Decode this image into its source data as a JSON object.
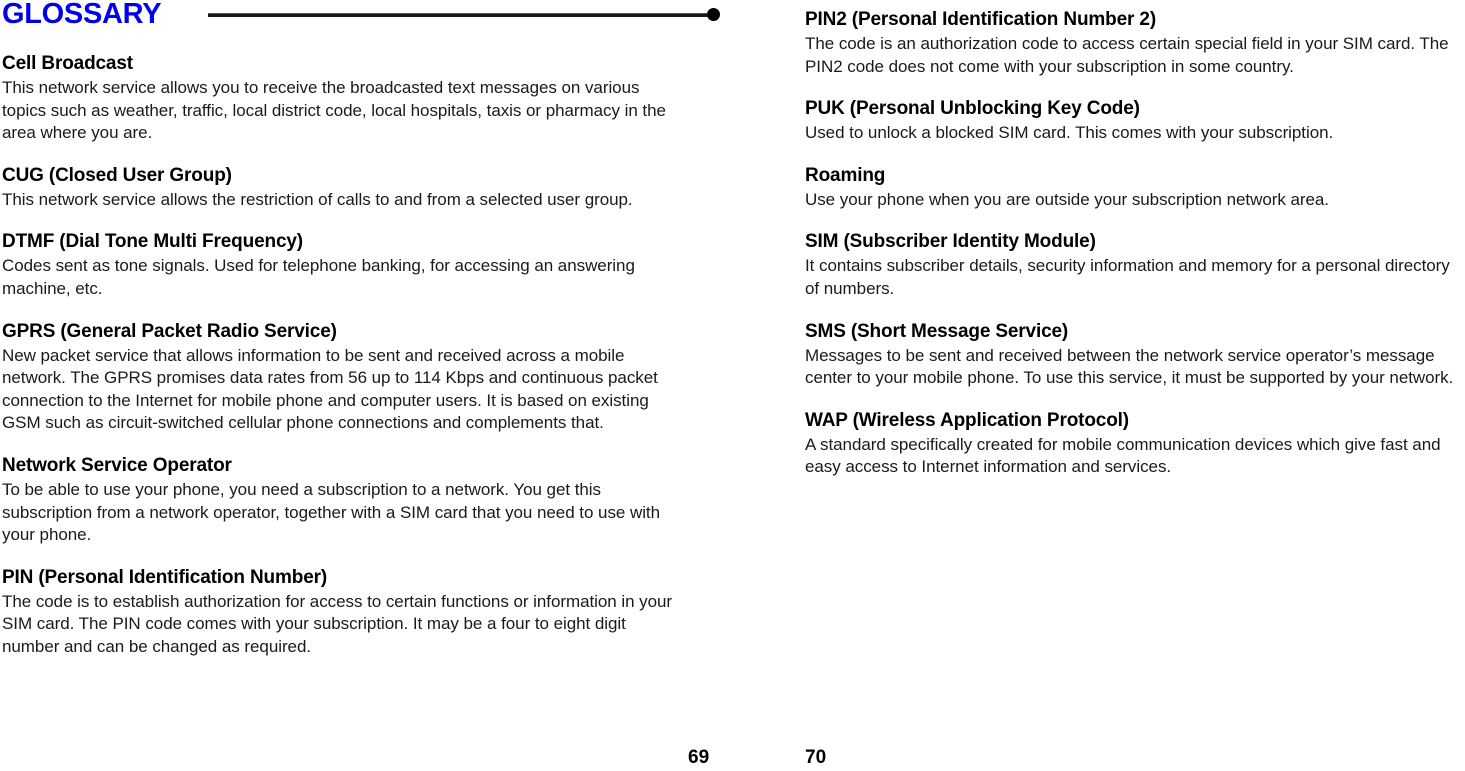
{
  "header": {
    "title": "GLOSSARY",
    "title_color": "#0000ee",
    "rule_color": "#1a1a1a",
    "dot_icon": "filled-circle-icon"
  },
  "columns": {
    "left": {
      "entries": [
        {
          "term": "Cell Broadcast",
          "definition": "This network service allows you to receive the broadcasted text messages on various topics such as weather, traffic, local district code, local hospitals, taxis or pharmacy in the area where you are."
        },
        {
          "term": "CUG (Closed User Group)",
          "definition": "This network service allows the restriction of calls to and from a selected user group."
        },
        {
          "term": "DTMF (Dial Tone Multi Frequency)",
          "definition": "Codes sent as tone signals. Used for telephone banking, for accessing an answering machine, etc."
        },
        {
          "term": "GPRS (General Packet Radio Service)",
          "definition": "New packet service that allows information to be sent and received across a mobile network. The GPRS promises data rates from 56 up to 114 Kbps and continuous packet connection to the Internet for mobile phone and computer users. It is based on existing GSM such as circuit-switched cellular phone connections and complements that."
        },
        {
          "term": "Network Service Operator",
          "definition": "To be able to use your phone, you need a subscription to a network. You get this subscription from a network operator, together with a SIM card that you need to use with your phone."
        },
        {
          "term": "PIN (Personal Identification Number)",
          "definition": "The code is to establish authorization for access to certain functions or information in your SIM card. The PIN code comes with your subscription. It may be a four to eight digit number and can be changed as required."
        }
      ]
    },
    "right": {
      "entries": [
        {
          "term": "PIN2 (Personal Identification Number 2)",
          "definition": "The code is an authorization code to access certain special field in your SIM card. The PIN2 code does not come with your subscription in some country."
        },
        {
          "term": "PUK (Personal Unblocking Key Code)",
          "definition": "Used to unlock a blocked SIM card. This comes with your subscription."
        },
        {
          "term": "Roaming",
          "definition": "Use your phone when you are outside your subscription network area."
        },
        {
          "term": "SIM (Subscriber Identity Module)",
          "definition": "It contains subscriber details, security information and memory for a personal directory of numbers."
        },
        {
          "term": "SMS (Short Message Service)",
          "definition": "Messages to be sent and received between the network service operator’s message center to your mobile phone. To use this service, it must be supported by your network."
        },
        {
          "term": "WAP (Wireless Application Protocol)",
          "definition": "A standard specifically created for mobile communication devices which give fast and easy access to Internet information and services."
        }
      ]
    }
  },
  "footer": {
    "page_left": "69",
    "page_right": "70"
  }
}
